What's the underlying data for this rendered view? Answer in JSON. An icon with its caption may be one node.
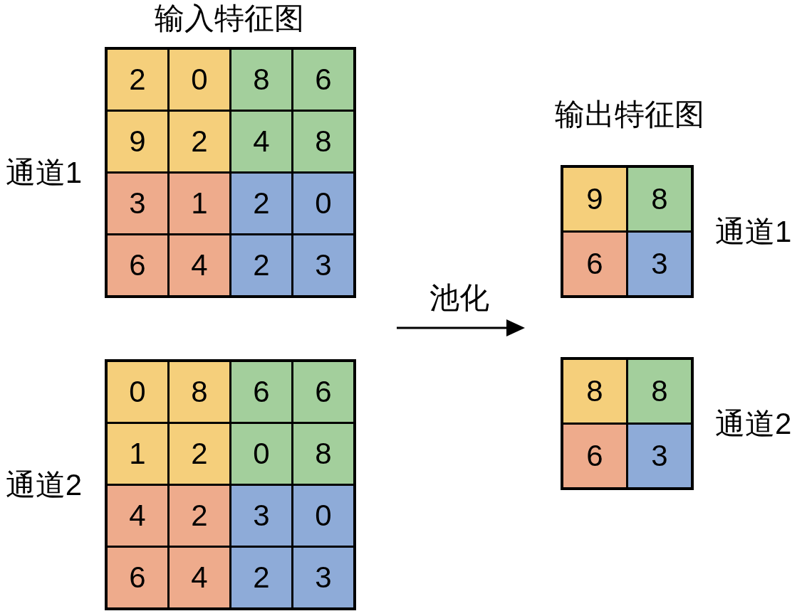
{
  "diagram": {
    "nodes": [
      {
        "text": [],
        "shape": "box",
        "beside": [
          "通道1"
        ]
      },
      {
        "text": [
          "2"
        ],
        "in": 0
      },
      {
        "text": [
          "0"
        ],
        "in": 0
      },
      {
        "text": [
          "8"
        ],
        "in": 0
      },
      {
        "text": [
          "6"
        ],
        "in": 0
      },
      {
        "text": [
          "9"
        ],
        "in": 0
      },
      {
        "text": [
          "2"
        ],
        "in": 0
      },
      {
        "text": [
          "4"
        ],
        "in": 0
      },
      {
        "text": [
          "8"
        ],
        "in": 0
      },
      {
        "text": [
          "3"
        ],
        "in": 0
      },
      {
        "text": [
          "1"
        ],
        "in": 0
      },
      {
        "text": [
          "2"
        ],
        "in": 0
      },
      {
        "text": [
          "0"
        ],
        "in": 0
      },
      {
        "text": [
          "6"
        ],
        "in": 0
      },
      {
        "text": [
          "4"
        ],
        "in": 0
      },
      {
        "text": [
          "2"
        ],
        "in": 0
      },
      {
        "text": [
          "3"
        ],
        "in": 0
      },
      {
        "text": [],
        "shape": "box",
        "beside": [
          "通道2"
        ]
      },
      {
        "text": [
          "0"
        ],
        "in": 17
      },
      {
        "text": [
          "8"
        ],
        "in": 17
      },
      {
        "text": [
          "6"
        ],
        "in": 17
      },
      {
        "text": [
          "6"
        ],
        "in": 17
      },
      {
        "text": [
          "1"
        ],
        "in": 17
      },
      {
        "text": [
          "2"
        ],
        "in": 17
      },
      {
        "text": [
          "0"
        ],
        "in": 17
      },
      {
        "text": [
          "8"
        ],
        "in": 17
      },
      {
        "text": [
          "4"
        ],
        "in": 17
      },
      {
        "text": [
          "2"
        ],
        "in": 17
      },
      {
        "text": [
          "3"
        ],
        "in": 17
      },
      {
        "text": [
          "0"
        ],
        "in": 17
      },
      {
        "text": [
          "6"
        ],
        "in": 17
      },
      {
        "text": [
          "4"
        ],
        "in": 17
      },
      {
        "text": [
          "2"
        ],
        "in": 17
      },
      {
        "text": [
          "3"
        ],
        "in": 17
      },
      {
        "text": [],
        "shape": "box",
        "beside": [
          "通道1"
        ]
      },
      {
        "text": [
          "9"
        ],
        "in": 34
      },
      {
        "text": [
          "8"
        ],
        "in": 34
      },
      {
        "text": [
          "6"
        ],
        "in": 34
      },
      {
        "text": [
          "3"
        ],
        "in": 34
      },
      {
        "text": [],
        "shape": "box",
        "beside": [
          "通道2"
        ]
      },
      {
        "text": [
          "8"
        ],
        "in": 39
      },
      {
        "text": [
          "8"
        ],
        "in": 39
      },
      {
        "text": [
          "6"
        ],
        "in": 39
      },
      {
        "text": [
          "3"
        ],
        "in": 39
      }
    ],
    "labels": [
      "输入特征图",
      "输出特征图",
      "池化"
    ]
  }
}
